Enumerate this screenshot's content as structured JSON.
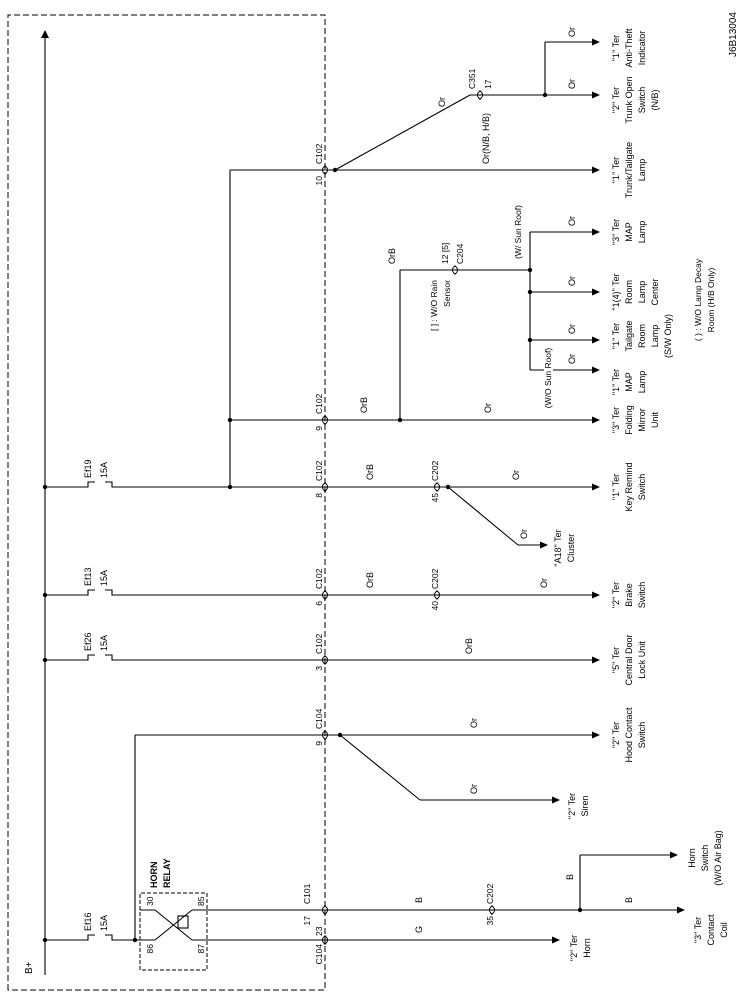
{
  "drawing_code": "J6B13004",
  "power_label": "B+",
  "fuses": [
    {
      "name": "Ef16",
      "amp": "15A"
    },
    {
      "name": "Ef26",
      "amp": "15A"
    },
    {
      "name": "Ef13",
      "amp": "15A"
    },
    {
      "name": "Ef19",
      "amp": "15A"
    }
  ],
  "relay": {
    "line1": "HORN",
    "line2": "RELAY",
    "pin30": "30",
    "pin86": "86",
    "pin87": "87",
    "pin85": "85"
  },
  "boundary_connectors": [
    {
      "pin": "23",
      "name": "C104"
    },
    {
      "pin": "17",
      "name": "C101"
    },
    {
      "pin": "9",
      "name": "C104"
    },
    {
      "pin": "3",
      "name": "C102"
    },
    {
      "pin": "6",
      "name": "C102"
    },
    {
      "pin": "8",
      "name": "C102"
    },
    {
      "pin": "9",
      "name": "C102"
    },
    {
      "pin": "10",
      "name": "C102"
    }
  ],
  "inline_connectors": [
    {
      "pin": "35",
      "name": "C202"
    },
    {
      "pin": "40",
      "name": "C202"
    },
    {
      "pin": "45",
      "name": "C202"
    },
    {
      "pin": "12 [5]",
      "name": "C204"
    },
    {
      "pin": "17",
      "name": "C351"
    }
  ],
  "wire_labels": {
    "g1": "G",
    "b1": "B",
    "b2": "B",
    "b3": "B",
    "or_hood": "Or",
    "or_siren": "Or",
    "orb_cdl": "OrB",
    "orb_brake": "OrB",
    "or_brake": "Or",
    "orb_key": "OrB",
    "or_key": "Or",
    "or_cluster": "Or",
    "orb_mirror": "OrB",
    "or_mirror": "Or",
    "orb_room": "OrB",
    "or_map_ws": "Or",
    "or_room_center": "Or",
    "or_tailgate": "Or",
    "or_map_wos": "Or",
    "or_trunk_lamp": "Or(N/B, H/B)",
    "or_c351": "Or",
    "or_trunk_open": "Or",
    "or_antitheft": "Or"
  },
  "notes": {
    "rain1": "[ ] : W/O Rain",
    "rain2": "Sensor",
    "w_sunroof": "(W/ Sun Roof)",
    "wo_sunroof": "(W/O Sun Roof)",
    "decay1": "( ) : W/O Lamp Decay",
    "decay2": "Room (H/B Only)"
  },
  "loads": [
    {
      "lines": [
        "\"2\" Ter",
        "Horn"
      ]
    },
    {
      "lines": [
        "\"3\" Ter",
        "Contact",
        "Coil"
      ]
    },
    {
      "lines": [
        "Horn",
        "Switch",
        "(W/O Air Bag)"
      ]
    },
    {
      "lines": [
        "\"2\" Ter",
        "Siren"
      ]
    },
    {
      "lines": [
        "\"2\" Ter",
        "Hood Contact",
        "Switch"
      ]
    },
    {
      "lines": [
        "\"5\" Ter",
        "Central Door",
        "Lock Unit"
      ]
    },
    {
      "lines": [
        "\"2\" Ter",
        "Brake",
        "Switch"
      ]
    },
    {
      "lines": [
        "\"A18\" Ter",
        "Cluster"
      ]
    },
    {
      "lines": [
        "\"1\" Ter",
        "Key Remind",
        "Switch"
      ]
    },
    {
      "lines": [
        "\"3\" Ter",
        "Folding",
        "Mirror",
        "Unit"
      ]
    },
    {
      "lines": [
        "\"1\" Ter",
        "MAP",
        "Lamp"
      ]
    },
    {
      "lines": [
        "\"1\" Ter",
        "Tailgate",
        "Room",
        "Lamp",
        "(S/W Only)"
      ]
    },
    {
      "lines": [
        "\"1(4)\" Ter",
        "Room",
        "Lamp",
        "Center"
      ]
    },
    {
      "lines": [
        "\"3\" Ter",
        "MAP",
        "Lamp"
      ]
    },
    {
      "lines": [
        "\"1\" Ter",
        "Trunk/Tailgate",
        "Lamp"
      ]
    },
    {
      "lines": [
        "\"2\" Ter",
        "Trunk Open",
        "Switch",
        "(N/B)"
      ]
    },
    {
      "lines": [
        "\"1\" Ter",
        "Anti-Theft",
        "Indicator"
      ]
    }
  ]
}
